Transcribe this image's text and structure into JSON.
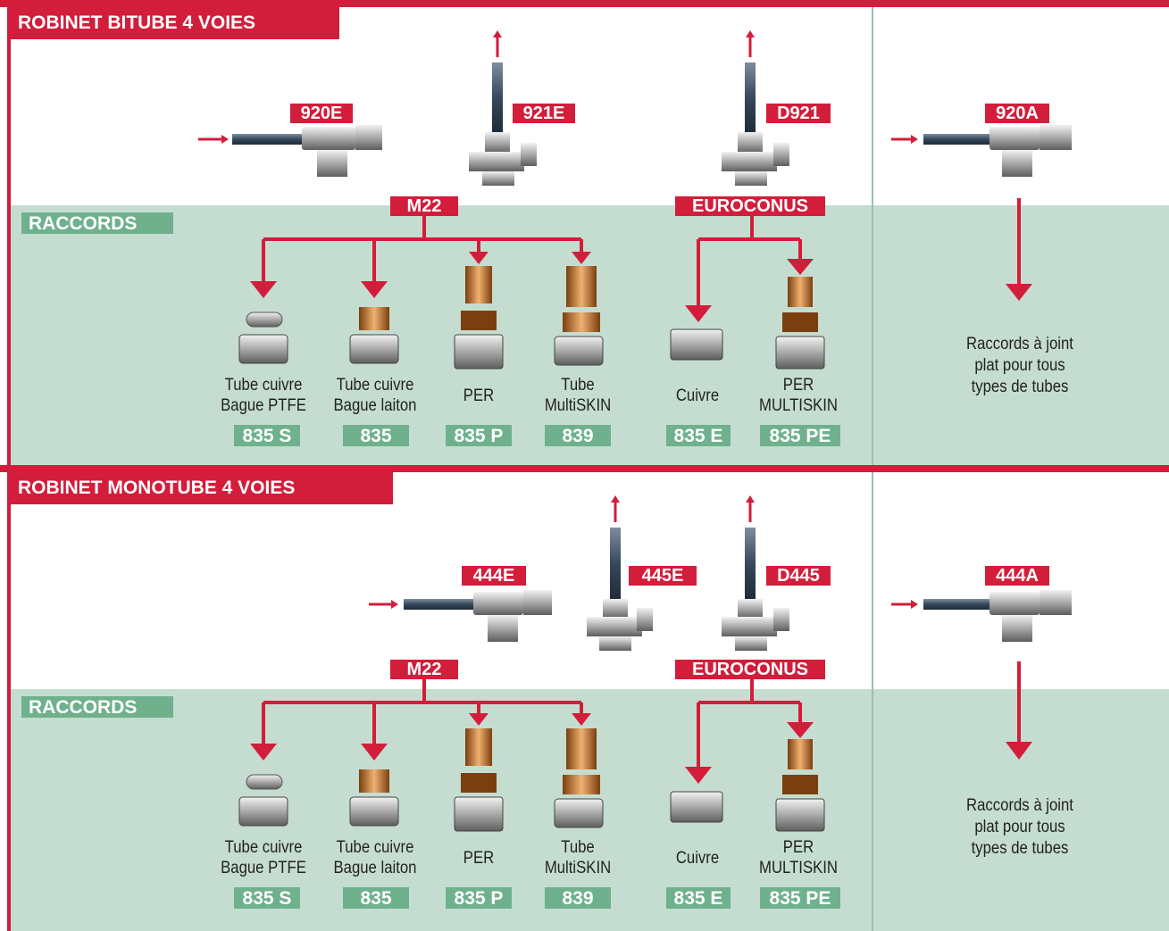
{
  "colors": {
    "red": "#d21d3b",
    "green_bg": "#c5ddd0",
    "green_tab": "#6fb18d",
    "divider": "#9dbfae"
  },
  "sections": [
    {
      "title": "ROBINET BITUBE 4 VOIES",
      "raccords": "RACCORDS",
      "valves": [
        "920E",
        "921E",
        "D921",
        "920A"
      ],
      "threads": [
        "M22",
        "EUROCONUS"
      ],
      "fittings": [
        {
          "label1": "Tube cuivre",
          "label2": "Bague PTFE",
          "ref": "835 S"
        },
        {
          "label1": "Tube cuivre",
          "label2": "Bague laiton",
          "ref": "835"
        },
        {
          "label1": "PER",
          "label2": "",
          "ref": "835 P"
        },
        {
          "label1": "Tube",
          "label2": "MultiSKIN",
          "ref": "839"
        },
        {
          "label1": "Cuivre",
          "label2": "",
          "ref": "835 E"
        },
        {
          "label1": "PER",
          "label2": "MULTISKIN",
          "ref": "835 PE"
        }
      ],
      "note": "Raccords à joint plat pour tous types de tubes"
    },
    {
      "title": "ROBINET MONOTUBE 4 VOIES",
      "raccords": "RACCORDS",
      "valves": [
        "444E",
        "445E",
        "D445",
        "444A"
      ],
      "threads": [
        "M22",
        "EUROCONUS"
      ],
      "fittings": [
        {
          "label1": "Tube cuivre",
          "label2": "Bague PTFE",
          "ref": "835 S"
        },
        {
          "label1": "Tube cuivre",
          "label2": "Bague laiton",
          "ref": "835"
        },
        {
          "label1": "PER",
          "label2": "",
          "ref": "835 P"
        },
        {
          "label1": "Tube",
          "label2": "MultiSKIN",
          "ref": "839"
        },
        {
          "label1": "Cuivre",
          "label2": "",
          "ref": "835 E"
        },
        {
          "label1": "PER",
          "label2": "MULTISKIN",
          "ref": "835 PE"
        }
      ],
      "note": "Raccords à joint plat pour tous types de tubes"
    }
  ]
}
